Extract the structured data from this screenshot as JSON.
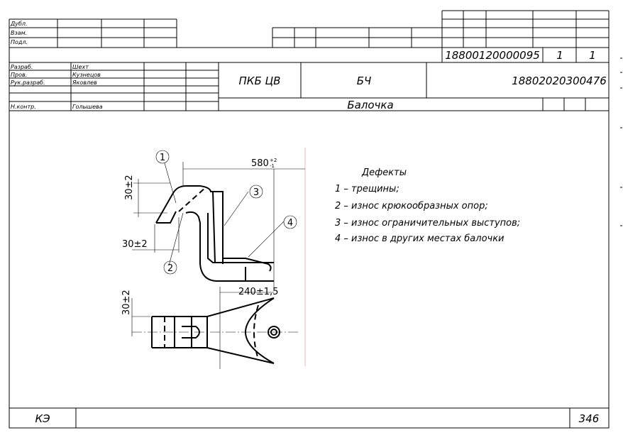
{
  "stamp_left": {
    "rows": [
      "Дубл.",
      "Взам.",
      "Подл."
    ]
  },
  "doc_number": "18800120000095",
  "sheet": "1",
  "sheets": "1",
  "signatures": [
    {
      "role": "Разраб.",
      "name": "Шехт"
    },
    {
      "role": "Пров.",
      "name": "Кузнецов"
    },
    {
      "role": "Рук.разраб.",
      "name": "Яковлев"
    },
    {
      "role": "",
      "name": ""
    },
    {
      "role": "Н.контр.",
      "name": "Голышева"
    }
  ],
  "organization": "ПКБ ЦВ",
  "department": "БЧ",
  "part_code": "18802020300476",
  "part_name": "Балочка",
  "drawing": {
    "callouts": [
      "1",
      "2",
      "3",
      "4"
    ],
    "dimensions": {
      "length_main": "580",
      "length_tol_upper": "+2",
      "length_tol_lower": "-1",
      "height_top": "30±2",
      "width_left": "30±2",
      "length_lower": "240±1,5",
      "height_bottom": "30±2"
    }
  },
  "defects": {
    "title": "Дефекты",
    "items": [
      "1 – трещины;",
      "2 – износ крюкообразных опор;",
      "3 – износ ограничительных выступов;",
      "4 – износ в других местах балочки"
    ]
  },
  "footer": {
    "code": "КЭ",
    "page": "346"
  }
}
